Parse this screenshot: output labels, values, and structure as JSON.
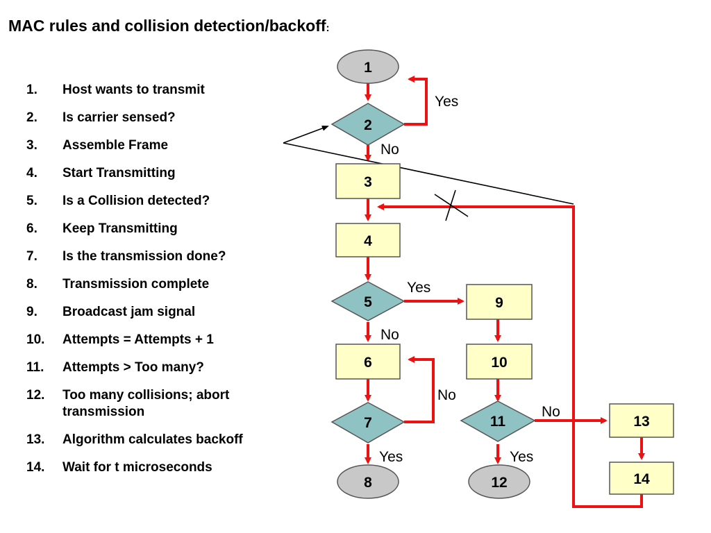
{
  "title": "MAC rules and collision detection/backoff",
  "title_colon": ":",
  "steps": [
    {
      "num": "1.",
      "text": "Host wants to transmit"
    },
    {
      "num": "2.",
      "text": "Is carrier sensed?"
    },
    {
      "num": "3.",
      "text": "Assemble Frame"
    },
    {
      "num": "4.",
      "text": "Start Transmitting"
    },
    {
      "num": "5.",
      "text": "Is a Collision detected?"
    },
    {
      "num": "6.",
      "text": "Keep Transmitting"
    },
    {
      "num": "7.",
      "text": "Is the transmission done?"
    },
    {
      "num": "8.",
      "text": "Transmission complete"
    },
    {
      "num": "9.",
      "text": "Broadcast jam signal"
    },
    {
      "num": "10.",
      "text": "Attempts = Attempts + 1"
    },
    {
      "num": "11.",
      "text": "Attempts > Too many?"
    },
    {
      "num": "12.",
      "text": "Too many collisions; abort transmission"
    },
    {
      "num": "13.",
      "text": "Algorithm calculates backoff"
    },
    {
      "num": "14.",
      "text": "Wait for t microseconds"
    }
  ],
  "diagram": {
    "nodes": {
      "n1": "1",
      "n2": "2",
      "n3": "3",
      "n4": "4",
      "n5": "5",
      "n6": "6",
      "n7": "7",
      "n8": "8",
      "n9": "9",
      "n10": "10",
      "n11": "11",
      "n12": "12",
      "n13": "13",
      "n14": "14"
    },
    "edge_labels": {
      "n2_yes": "Yes",
      "n2_no": "No",
      "n5_yes": "Yes",
      "n5_no": "No",
      "n7_no": "No",
      "n7_yes": "Yes",
      "n11_no": "No",
      "n11_yes": "Yes"
    },
    "colors": {
      "arrow": "#ee1111",
      "terminal_fill": "#c8c8c8",
      "decision_fill": "#8fc3c3",
      "process_fill": "#ffffc8",
      "outline": "#555555",
      "annotation": "#000000"
    }
  }
}
